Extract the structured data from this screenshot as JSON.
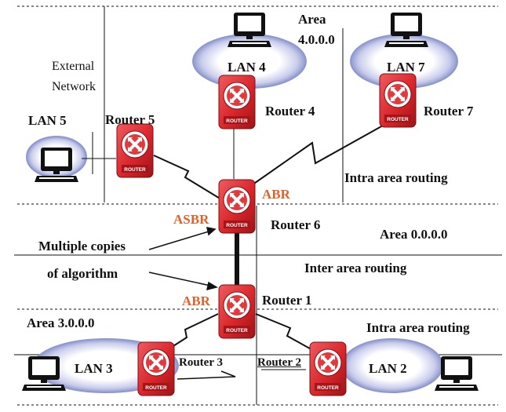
{
  "areas": {
    "area4": [
      "Area",
      "4.0.0.0"
    ],
    "area0": "Area 0.0.0.0",
    "area3": "Area 3.0.0.0",
    "external": [
      "External",
      "Network"
    ]
  },
  "lans": {
    "lan4": "LAN 4",
    "lan7": "LAN 7",
    "lan5": "LAN 5",
    "lan3": "LAN 3",
    "lan2": "LAN 2"
  },
  "routers": {
    "router4": "Router  4",
    "router7": "Router  7",
    "router5": "Router  5",
    "router6": "Router  6",
    "router1": "Router  1",
    "router3": "Router 3",
    "router2": "Router 2",
    "badge": "ROUTER"
  },
  "roles": {
    "abr": "ABR",
    "asbr": "ASBR"
  },
  "annotations": {
    "intra_top": "Intra  area routing",
    "inter": "Inter area routing",
    "intra_bottom": "Intra  area routing",
    "multiple": "Multiple  copies",
    "algorithm": "of algorithm"
  },
  "colors": {
    "router_red": "#d9262b",
    "role_orange": "#e0622a",
    "lan_ellipse": "#8f99cf",
    "line": "#111111"
  },
  "icons": {
    "router": "router-icon",
    "computer": "computer-icon"
  }
}
